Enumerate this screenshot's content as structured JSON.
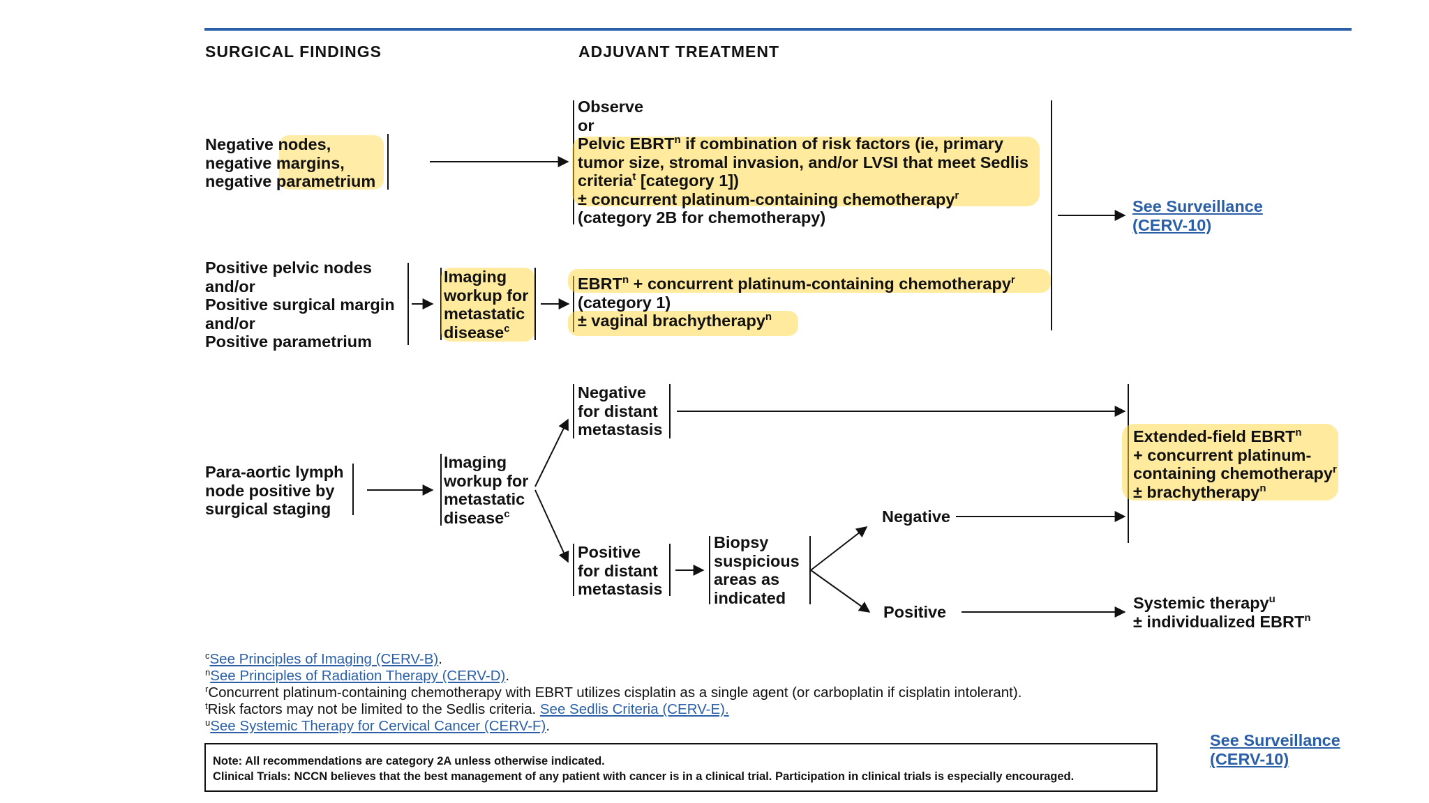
{
  "headers": {
    "surgical_findings": "SURGICAL FINDINGS",
    "adjuvant_treatment": "ADJUVANT TREATMENT"
  },
  "findings": {
    "negative": [
      "Negative nodes,",
      "negative margins,",
      "negative parametrium"
    ],
    "positive": [
      "Positive pelvic nodes",
      "and/or",
      "Positive surgical margin",
      "and/or",
      "Positive parametrium"
    ],
    "para_aortic": [
      "Para-aortic lymph",
      "node positive by",
      "surgical staging"
    ]
  },
  "imaging": {
    "line1": "Imaging",
    "line2": "workup for",
    "line3": "metastatic",
    "line4": "disease",
    "sup": "c"
  },
  "treatment_observe": {
    "observe": "Observe",
    "or": "or",
    "pelvic_ebrt": "Pelvic EBRT",
    "sup_n": "n",
    "if_combination": " if combination of risk factors (ie, primary",
    "tumor_line": "tumor size, stromal invasion, and/or LVSI that meet Sedlis",
    "criteria": "criteria",
    "sup_t": "t",
    "category1": " [category 1])",
    "concurrent": "± concurrent platinum-containing chemotherapy",
    "sup_r": "r",
    "category2b": "(category 2B for chemotherapy)"
  },
  "treatment_positive": {
    "ebrt": "EBRT",
    "sup_n": "n",
    "concurrent": " + concurrent platinum-containing chemotherapy",
    "sup_r": "r",
    "category1": "(category 1)",
    "vaginal": "± vaginal brachytherapy",
    "sup_n2": "n"
  },
  "distant": {
    "negative": [
      "Negative",
      "for distant",
      "metastasis"
    ],
    "positive": [
      "Positive",
      "for distant",
      "metastasis"
    ]
  },
  "biopsy": [
    "Biopsy",
    "suspicious",
    "areas as",
    "indicated"
  ],
  "branch_labels": {
    "negative": "Negative",
    "positive": "Positive"
  },
  "extended_field": {
    "line1": "Extended-field EBRT",
    "sup_n": "n",
    "line2": "+ concurrent platinum-",
    "line3": "containing chemotherapy",
    "sup_r": "r",
    "line4": "± brachytherapy",
    "sup_n2": "n"
  },
  "systemic": {
    "line1": "Systemic therapy",
    "sup_u": "u",
    "line2": "± individualized EBRT",
    "sup_n": "n"
  },
  "see_surveillance": {
    "line1": "See Surveillance",
    "line2": "(CERV-10)"
  },
  "footnotes": {
    "c": {
      "sup": "c",
      "link": "See Principles of Imaging (CERV-B)",
      "tail": "."
    },
    "n": {
      "sup": "n",
      "link": "See Principles of Radiation Therapy (CERV-D)",
      "tail": "."
    },
    "r": {
      "sup": "r",
      "text": "Concurrent platinum-containing chemotherapy with EBRT utilizes cisplatin as a single agent (or carboplatin if cisplatin intolerant)."
    },
    "t": {
      "sup": "t",
      "text": "Risk factors may not be limited to the Sedlis criteria. ",
      "link": "See Sedlis Criteria (CERV-E)."
    },
    "u": {
      "sup": "u",
      "link": "See Systemic Therapy for Cervical Cancer (CERV-F)",
      "tail": "."
    }
  },
  "note": {
    "line1": "Note: All recommendations are category 2A unless otherwise indicated.",
    "line2": "Clinical Trials: NCCN believes that the best management of any patient with cancer is in a clinical trial. Participation in clinical trials is especially encouraged."
  },
  "colors": {
    "rule": "#2a5fa8",
    "link": "#2a5fa8",
    "highlight": "#ffd532"
  }
}
